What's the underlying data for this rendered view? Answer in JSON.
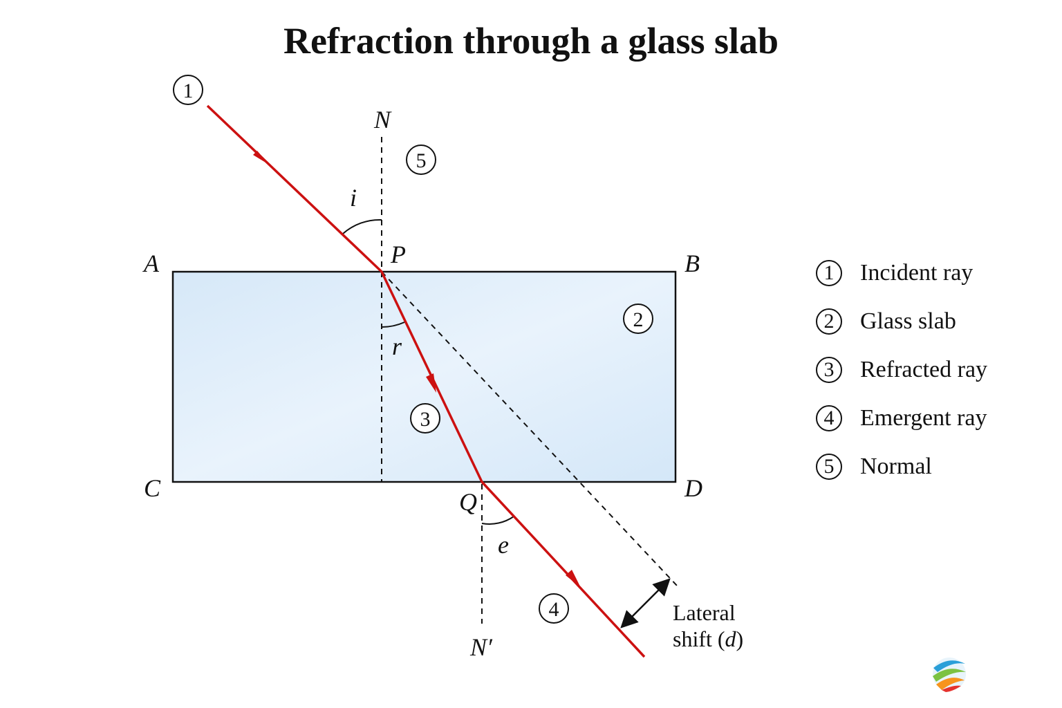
{
  "title": "Refraction through a glass slab",
  "points": {
    "A": "A",
    "B": "B",
    "C": "C",
    "D": "D",
    "P": "P",
    "Q": "Q",
    "N": "N",
    "N_prime": "N′"
  },
  "angles": {
    "incidence": "i",
    "refraction": "r",
    "emergence": "e"
  },
  "callouts": {
    "1": "1",
    "2": "2",
    "3": "3",
    "4": "4",
    "5": "5"
  },
  "lateral_shift": {
    "line1": "Lateral",
    "line2_prefix": "shift (",
    "line2_symbol": "d",
    "line2_suffix": ")"
  },
  "legend": [
    {
      "num": "1",
      "label": "Incident ray"
    },
    {
      "num": "2",
      "label": "Glass slab"
    },
    {
      "num": "3",
      "label": "Refracted ray"
    },
    {
      "num": "4",
      "label": "Emergent ray"
    },
    {
      "num": "5",
      "label": "Normal"
    }
  ],
  "colors": {
    "ray": "#cc1111",
    "slab_fill": "#dcebfa",
    "slab_stroke": "#111111",
    "line": "#111111"
  },
  "icons": {
    "logo": "globe-logo-icon"
  }
}
